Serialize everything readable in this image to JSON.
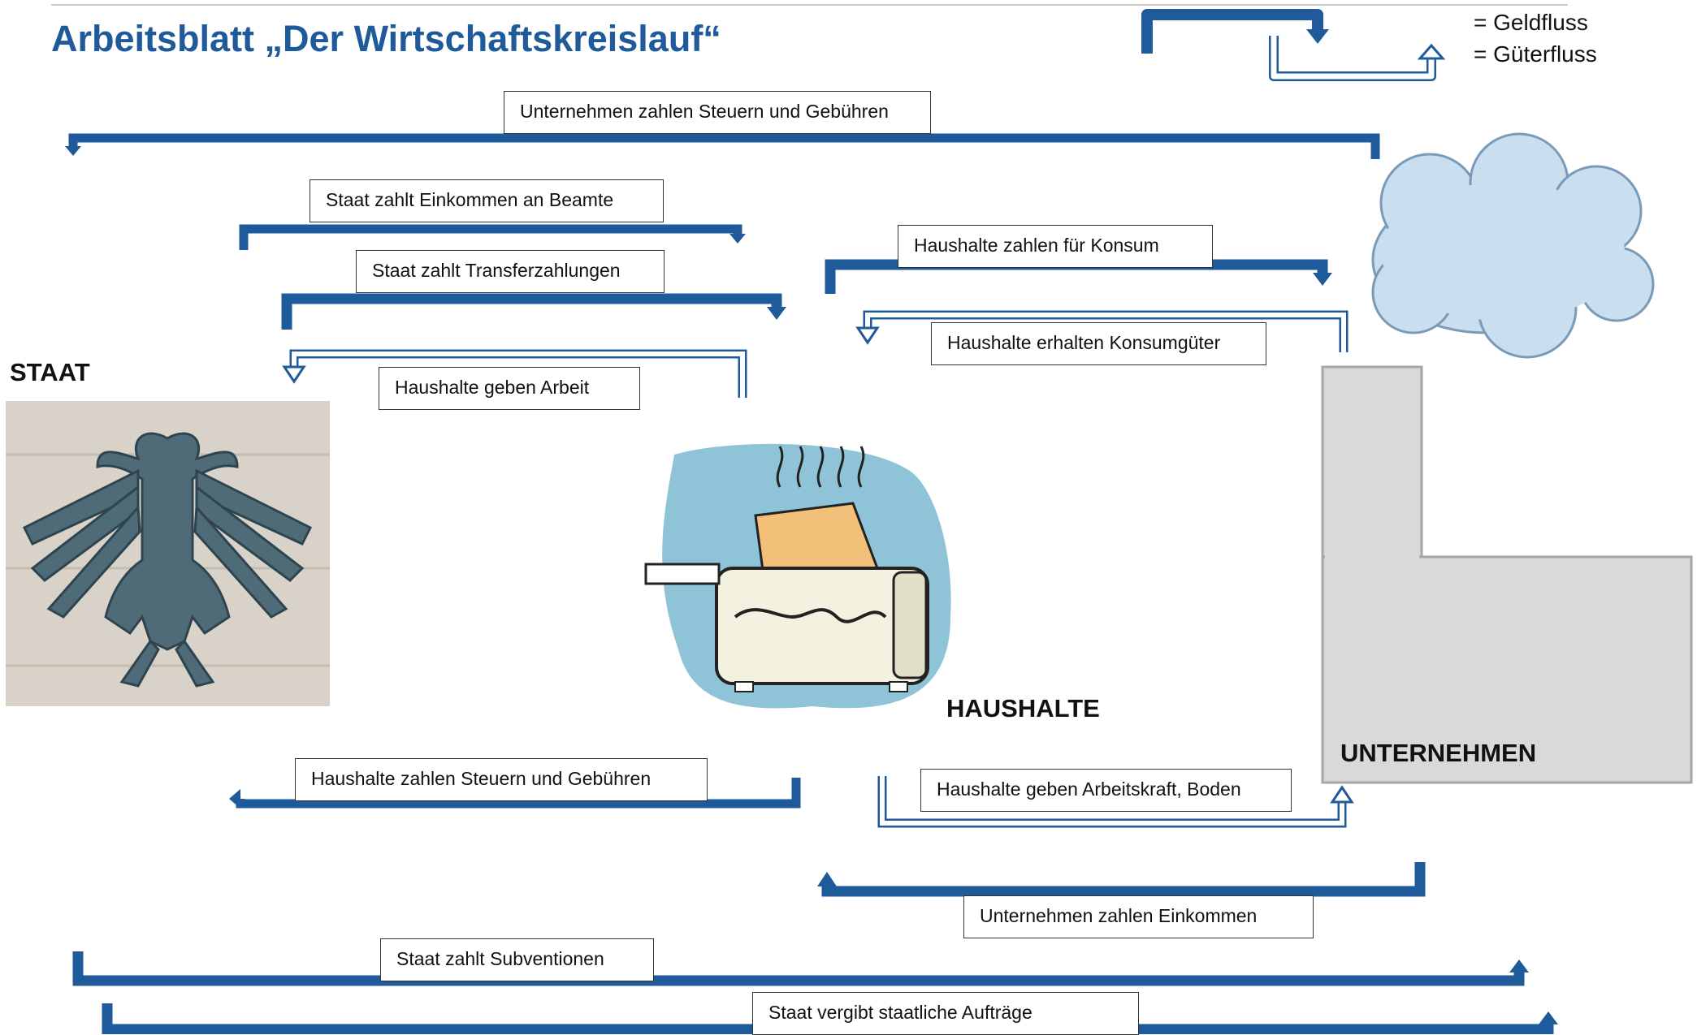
{
  "title": "Arbeitsblatt „Der Wirtschaftskreislauf“",
  "legend": {
    "money": "= Geldfluss",
    "goods": "= Güterfluss"
  },
  "sectors": {
    "state": "STAAT",
    "households": "HAUSHALTE",
    "companies": "UNTERNEHMEN"
  },
  "flows": {
    "companies_taxes": "Unternehmen zahlen Steuern und Gebühren",
    "state_income": "Staat zahlt Einkommen an Beamte",
    "state_transfers": "Staat zahlt Transferzahlungen",
    "households_labor_to_state": "Haushalte geben Arbeit",
    "households_consumption": "Haushalte zahlen für Konsum",
    "households_goods": "Haushalte erhalten Konsumgüter",
    "households_taxes": "Haushalte zahlen Steuern und Gebühren",
    "households_labor_land": "Haushalte geben Arbeitskraft, Boden",
    "companies_income": "Unternehmen zahlen Einkommen",
    "state_subsidies": "Staat zahlt Subventionen",
    "state_contracts": "Staat vergibt staatliche Aufträge"
  },
  "colors": {
    "money_arrow": "#1f5a9a",
    "goods_arrow": "#1f5a9a",
    "title": "#1f5a9a",
    "cloud": "#c9dff0",
    "factory": "#d9d9d9"
  }
}
